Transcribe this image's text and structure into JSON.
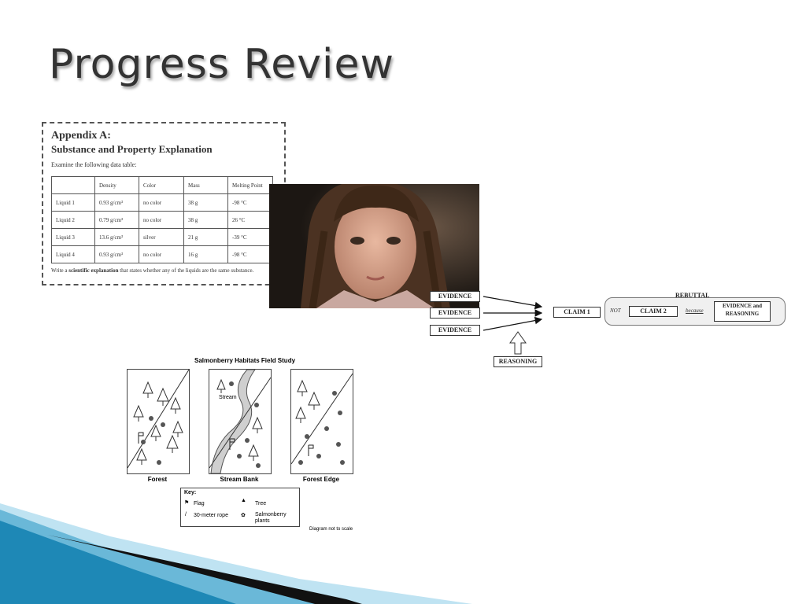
{
  "slide": {
    "title": "Progress Review"
  },
  "appendix": {
    "heading": "Appendix A:",
    "subheading": "Substance and Property Explanation",
    "instruction": "Examine the following data table:",
    "columns": [
      "",
      "Density",
      "Color",
      "Mass",
      "Melting Point"
    ],
    "rows": [
      [
        "Liquid 1",
        "0.93 g/cm³",
        "no color",
        "38 g",
        "-98 °C"
      ],
      [
        "Liquid 2",
        "0.79 g/cm³",
        "no color",
        "38 g",
        "26 °C"
      ],
      [
        "Liquid 3",
        "13.6 g/cm³",
        "silver",
        "21 g",
        "-39 °C"
      ],
      [
        "Liquid 4",
        "0.93 g/cm³",
        "no color",
        "16 g",
        "-98 °C"
      ]
    ],
    "footer_pre": "Write a ",
    "footer_bold": "scientific explanation",
    "footer_post": " that states whether any of the liquids are the same substance."
  },
  "cer_diagram": {
    "evidence_1": "EVIDENCE",
    "evidence_2": "EVIDENCE",
    "evidence_3": "EVIDENCE",
    "claim_1": "CLAIM 1",
    "reasoning": "REASONING",
    "rebuttal_title": "REBUTTAL",
    "not_label": "NOT",
    "claim_2": "CLAIM 2",
    "because_label": "because",
    "evidence_reasoning": "EVIDENCE and REASONING"
  },
  "field_study": {
    "title": "Salmonberry Habitats Field Study",
    "plots": [
      "Forest",
      "Stream Bank",
      "Forest Edge"
    ],
    "stream_label": "Stream",
    "key_title": "Key:",
    "key_flag": "Flag",
    "key_tree": "Tree",
    "key_rope": "30-meter rope",
    "key_plants": "Salmonberry plants",
    "note": "Diagram not to scale"
  },
  "colors": {
    "title": "#333333",
    "deco_blue": "#1e88b6",
    "deco_light": "#bfe3f2"
  }
}
